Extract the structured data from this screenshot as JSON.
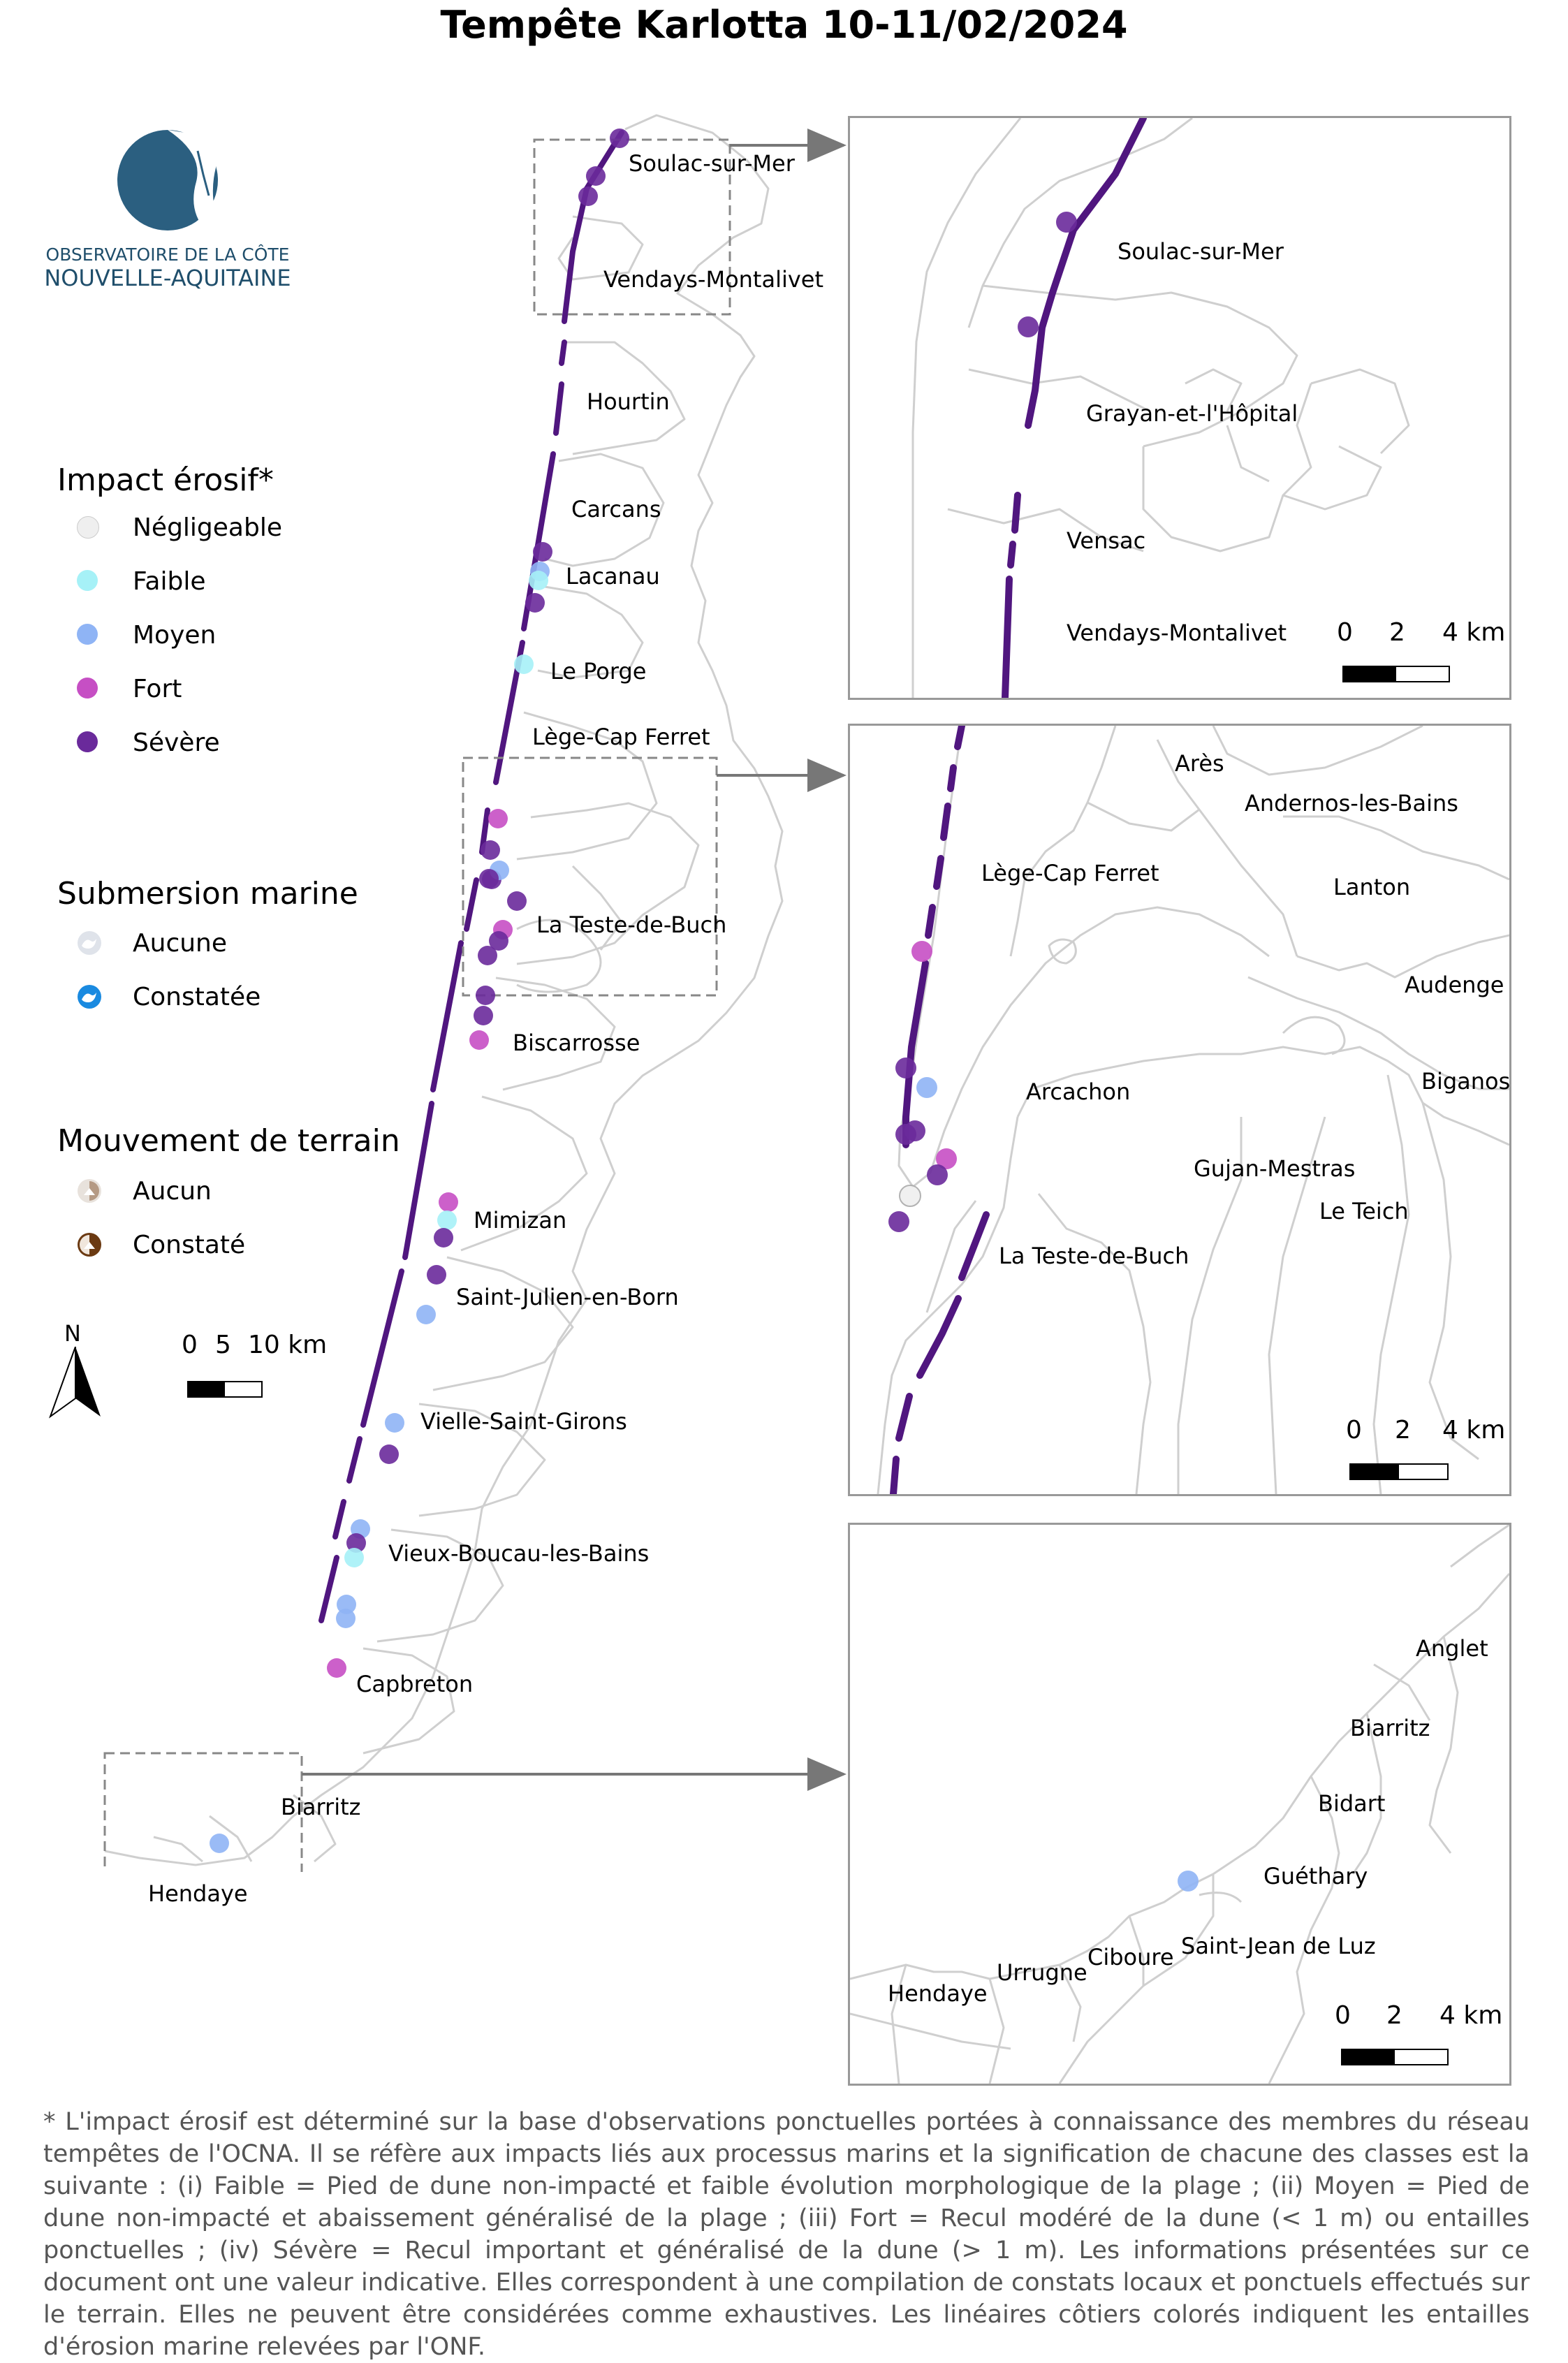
{
  "title": "Tempête Karlotta 10-11/02/2024",
  "logo": {
    "line1": "OBSERVATOIRE DE LA CÔTE",
    "line2": "NOUVELLE-AQUITAINE"
  },
  "colors": {
    "negligeable": "#efefef",
    "faible": "#a6f1f7",
    "moyen": "#8fb4f5",
    "fort": "#c64fc4",
    "severe": "#6a2a9b",
    "coast_line": "#50167f",
    "boundary": "#cfcfcf",
    "frame": "#999999",
    "arrow": "#777777"
  },
  "legend": {
    "impact": {
      "title": "Impact érosif*",
      "items": [
        {
          "label": "Négligeable",
          "color_key": "negligeable"
        },
        {
          "label": "Faible",
          "color_key": "faible"
        },
        {
          "label": "Moyen",
          "color_key": "moyen"
        },
        {
          "label": "Fort",
          "color_key": "fort"
        },
        {
          "label": "Sévère",
          "color_key": "severe"
        }
      ]
    },
    "submersion": {
      "title": "Submersion marine",
      "items": [
        {
          "label": "Aucune",
          "icon": "wave-none-icon"
        },
        {
          "label": "Constatée",
          "icon": "wave-observed-icon"
        }
      ]
    },
    "terrain": {
      "title": "Mouvement de terrain",
      "items": [
        {
          "label": "Aucun",
          "icon": "landslide-none-icon"
        },
        {
          "label": "Constaté",
          "icon": "landslide-observed-icon"
        }
      ]
    }
  },
  "north_label": "N",
  "main_scale": {
    "labels": [
      "0",
      "5",
      "10 km"
    ]
  },
  "main_places": [
    "Soulac-sur-Mer",
    "Vendays-Montalivet",
    "Hourtin",
    "Carcans",
    "Lacanau",
    "Le Porge",
    "Lège-Cap Ferret",
    "La Teste-de-Buch",
    "Biscarrosse",
    "Mimizan",
    "Saint-Julien-en-Born",
    "Vielle-Saint-Girons",
    "Vieux-Boucau-les-Bains",
    "Capbreton",
    "Biarritz",
    "Hendaye"
  ],
  "insets": [
    {
      "places": [
        "Soulac-sur-Mer",
        "Grayan-et-l'Hôpital",
        "Vensac",
        "Vendays-Montalivet"
      ],
      "scale": [
        "0",
        "2",
        "4 km"
      ]
    },
    {
      "places": [
        "Arès",
        "Andernos-les-Bains",
        "Lège-Cap Ferret",
        "Lanton",
        "Audenge",
        "Biganos",
        "Arcachon",
        "Gujan-Mestras",
        "Le Teich",
        "La Teste-de-Buch"
      ],
      "scale": [
        "0",
        "2",
        "4 km"
      ]
    },
    {
      "places": [
        "Anglet",
        "Biarritz",
        "Bidart",
        "Guéthary",
        "Saint-Jean de Luz",
        "Ciboure",
        "Urrugne",
        "Hendaye"
      ],
      "scale": [
        "0",
        "2",
        "4 km"
      ]
    }
  ],
  "points_main": [
    {
      "cls": "severe"
    },
    {
      "cls": "severe"
    },
    {
      "cls": "severe"
    },
    {
      "cls": "severe"
    },
    {
      "cls": "moyen"
    },
    {
      "cls": "faible"
    },
    {
      "cls": "severe"
    },
    {
      "cls": "faible"
    },
    {
      "cls": "fort"
    },
    {
      "cls": "severe"
    },
    {
      "cls": "severe"
    },
    {
      "cls": "moyen"
    },
    {
      "cls": "severe"
    },
    {
      "cls": "severe"
    },
    {
      "cls": "fort"
    },
    {
      "cls": "severe"
    },
    {
      "cls": "severe"
    },
    {
      "cls": "severe"
    },
    {
      "cls": "severe"
    },
    {
      "cls": "fort"
    },
    {
      "cls": "fort"
    },
    {
      "cls": "faible"
    },
    {
      "cls": "severe"
    },
    {
      "cls": "severe"
    },
    {
      "cls": "moyen"
    },
    {
      "cls": "moyen"
    },
    {
      "cls": "severe"
    },
    {
      "cls": "moyen"
    },
    {
      "cls": "severe"
    },
    {
      "cls": "faible"
    },
    {
      "cls": "moyen"
    },
    {
      "cls": "moyen"
    },
    {
      "cls": "fort"
    },
    {
      "cls": "moyen"
    }
  ],
  "points_insets": [
    [
      {
        "cls": "severe"
      },
      {
        "cls": "severe"
      }
    ],
    [
      {
        "cls": "fort"
      },
      {
        "cls": "severe"
      },
      {
        "cls": "moyen"
      },
      {
        "cls": "severe"
      },
      {
        "cls": "severe"
      },
      {
        "cls": "fort"
      },
      {
        "cls": "severe"
      },
      {
        "cls": "negligeable"
      },
      {
        "cls": "severe"
      }
    ],
    [
      {
        "cls": "moyen"
      }
    ]
  ],
  "footnote": "* L'impact érosif est déterminé sur la base d'observations ponctuelles portées à connaissance des membres du réseau tempêtes de l'OCNA. Il se réfère aux impacts liés aux processus marins et la signification de chacune des classes est la suivante : (i) Faible = Pied de dune non-impacté et faible évolution morphologique de la plage ; (ii) Moyen = Pied de dune non-impacté et abaissement généralisé de la plage ; (iii) Fort = Recul modéré de la dune (< 1 m) ou entailles ponctuelles ; (iv) Sévère = Recul important et généralisé de la dune (> 1 m). Les informations présentées sur ce document ont une valeur indicative. Elles correspondent à une compilation de constats locaux et ponctuels effectués sur le terrain. Elles ne peuvent être considérées comme exhaustives. Les linéaires côtiers colorés indiquent les entailles d'érosion marine relevées par l'ONF."
}
